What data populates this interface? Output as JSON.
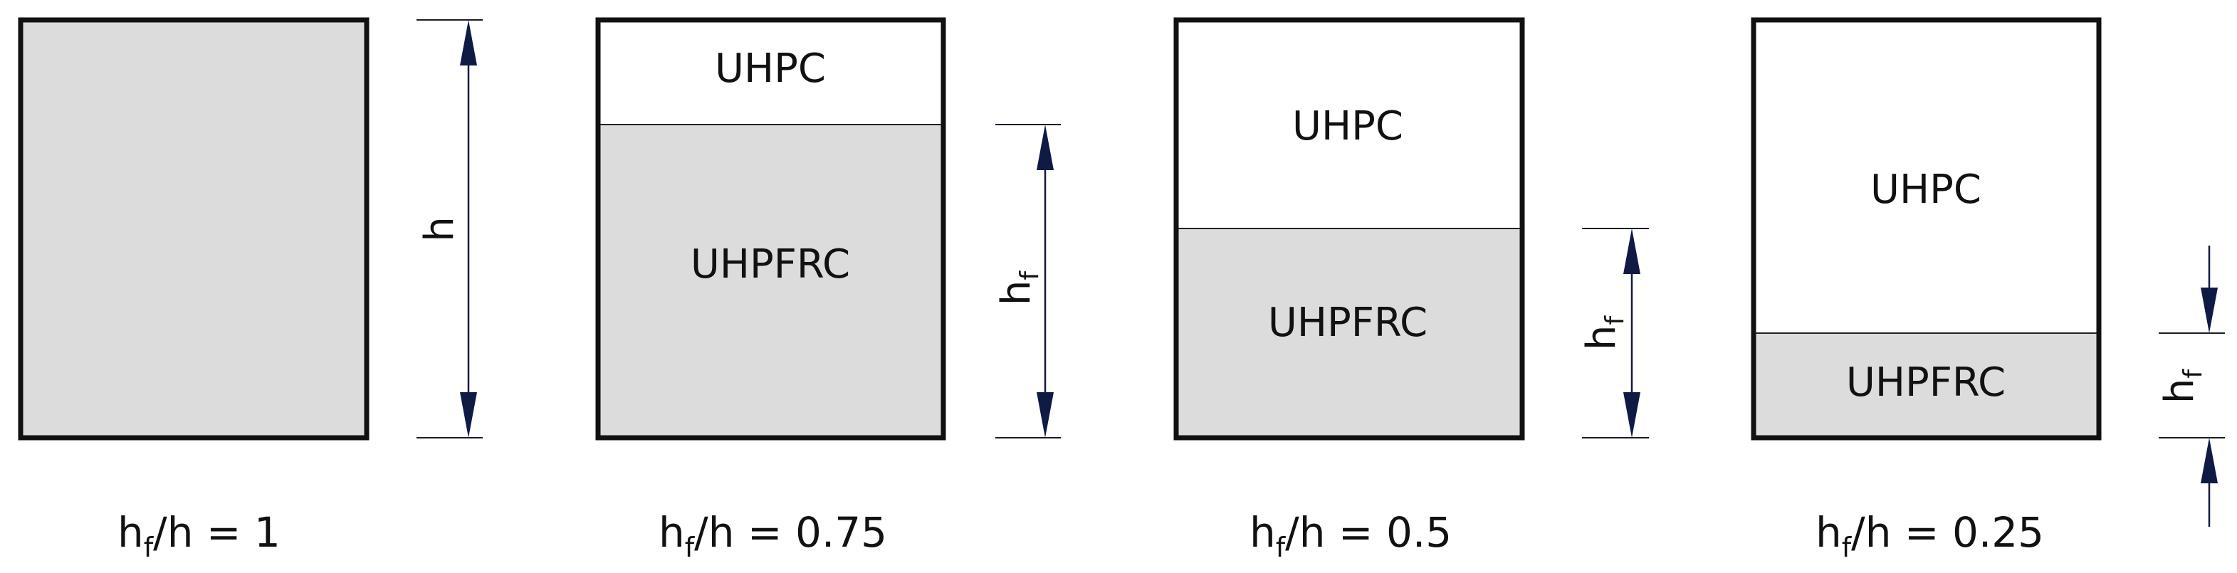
{
  "cases": [
    {
      "ratio": 1,
      "ratio_text": "= 1",
      "top_label": "",
      "bottom_label": ""
    },
    {
      "ratio": 0.75,
      "ratio_text": "= 0.75",
      "top_label": "UHPC",
      "bottom_label": "UHPFRC"
    },
    {
      "ratio": 0.5,
      "ratio_text": "= 0.5",
      "top_label": "UHPC",
      "bottom_label": "UHPFRC"
    },
    {
      "ratio": 0.25,
      "ratio_text": "= 0.25",
      "top_label": "UHPC",
      "bottom_label": "UHPFRC"
    }
  ],
  "symbols": {
    "h": "h",
    "f": "f",
    "ratio_prefix": "/h "
  },
  "colors": {
    "fill": "#dcdcdc",
    "arrow": "#0f1a45",
    "border": "#111111"
  }
}
